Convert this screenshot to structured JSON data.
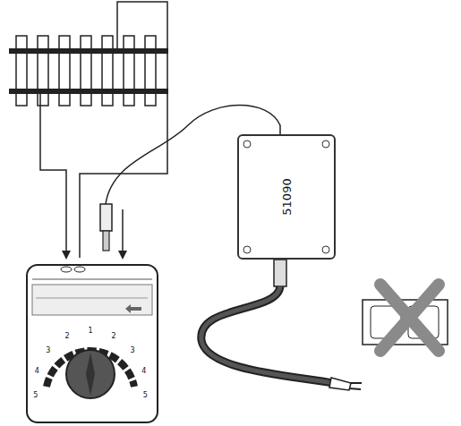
{
  "diagram": {
    "nodes": [
      {
        "text": [
          "51090"
        ]
      }
    ],
    "labels": [
      "5",
      "4",
      "3",
      "2",
      "1",
      "2",
      "3",
      "4",
      "5"
    ]
  }
}
